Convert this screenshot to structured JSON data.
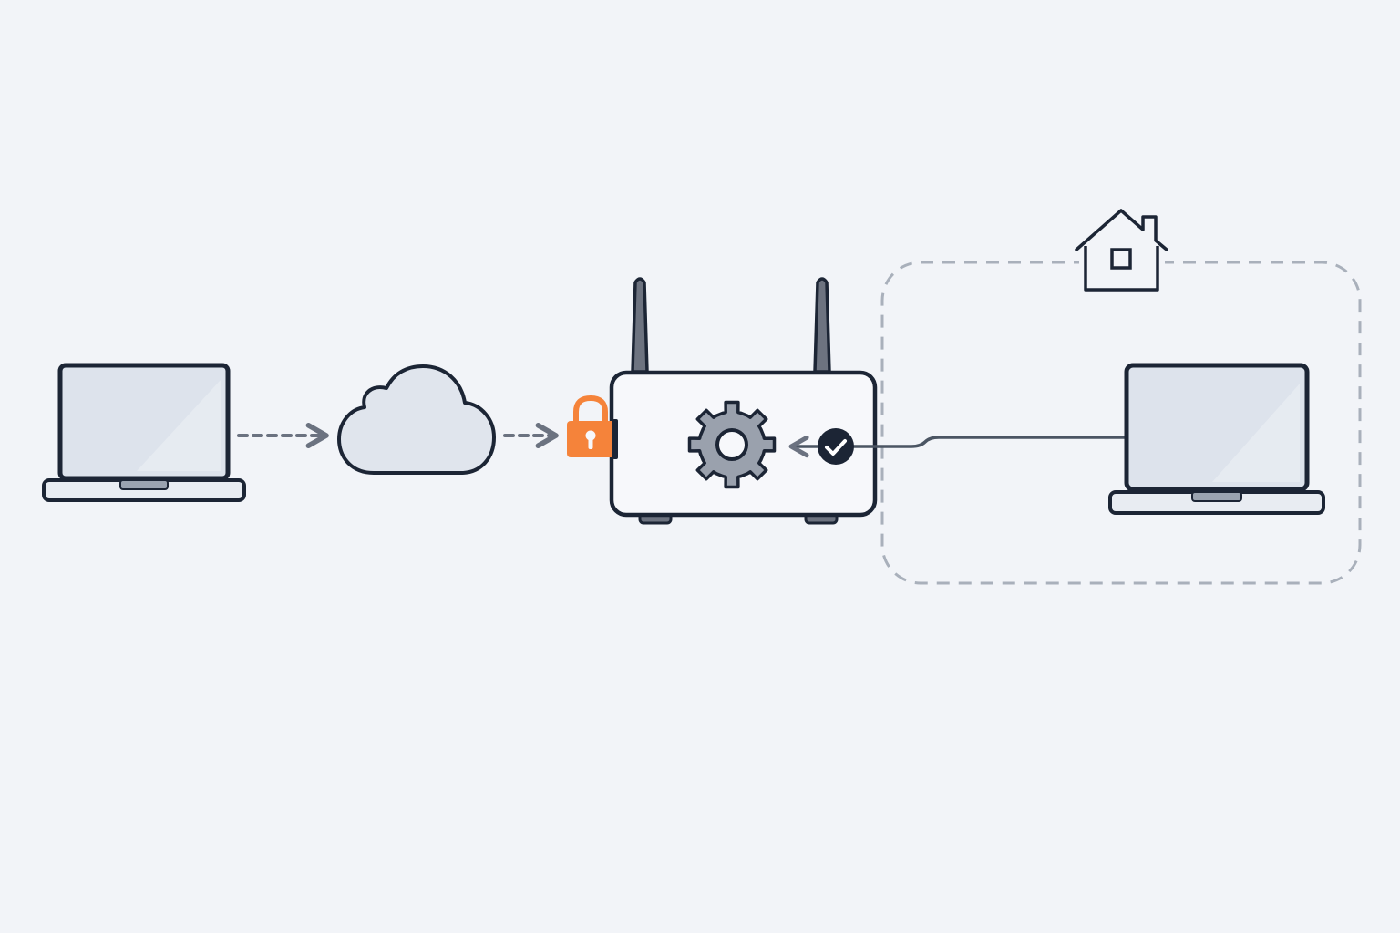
{
  "diagram": {
    "nodes": [
      {
        "id": "remote-laptop",
        "icon": "laptop-icon"
      },
      {
        "id": "internet-cloud",
        "icon": "cloud-icon"
      },
      {
        "id": "secure-entry",
        "icon": "padlock-icon"
      },
      {
        "id": "router",
        "icon": "router-icon",
        "antennas": 2
      },
      {
        "id": "router-settings",
        "icon": "gear-icon"
      },
      {
        "id": "connection-verified",
        "icon": "check-circle-icon"
      },
      {
        "id": "home-network-zone",
        "icon": "house-icon"
      },
      {
        "id": "local-laptop",
        "icon": "laptop-icon"
      }
    ],
    "edges": [
      {
        "from": "remote-laptop",
        "to": "internet-cloud",
        "style": "dashed",
        "arrow": true
      },
      {
        "from": "internet-cloud",
        "to": "router",
        "style": "dashed",
        "arrow": true
      },
      {
        "from": "local-laptop",
        "to": "router",
        "style": "solid",
        "arrow": true
      }
    ]
  },
  "colors": {
    "background": "#f2f4f8",
    "outline": "#1c2535",
    "screen": "#dde3ec",
    "arrow": "#6b7280",
    "lock": "#f5833a",
    "gear": "#9aa1ad",
    "zone_border": "#a9b0bb",
    "antenna": "#6d7380"
  }
}
